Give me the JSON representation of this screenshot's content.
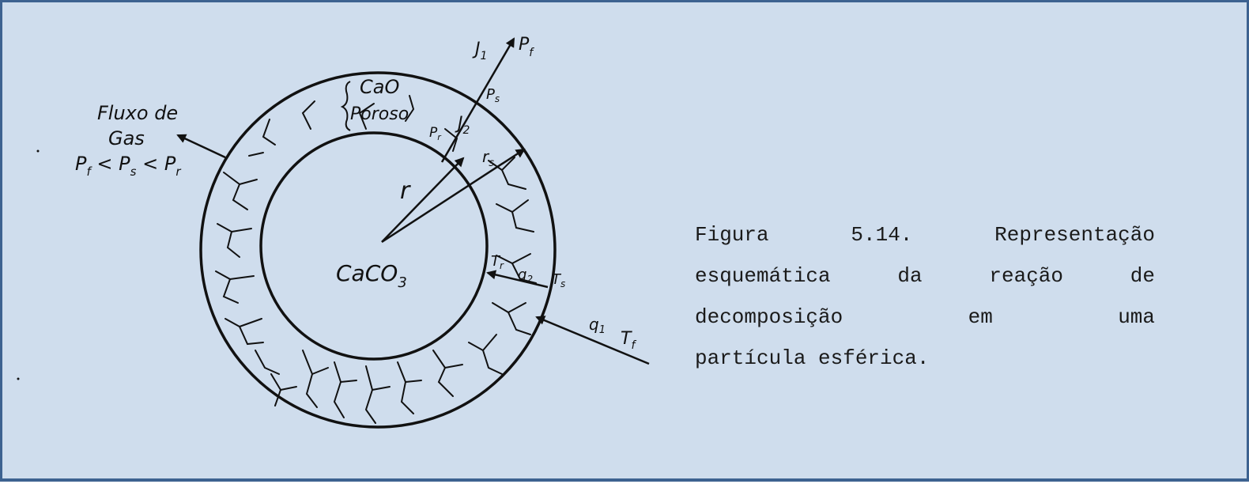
{
  "labels": {
    "outer_layer": "CaO",
    "outer_layer_2": "Poroso",
    "core": "CaCO",
    "core_sub": "3",
    "radius_r": "r",
    "radius_rs": "r",
    "radius_rs_sub": "s",
    "gas_flow_1": "Fluxo de",
    "gas_flow_2": "Gas",
    "pressure_order": "P",
    "J1": "J",
    "J1_sub": "1",
    "J2": "J",
    "J2_sub": "2",
    "Pf": "P",
    "Pf_sub": "f",
    "Ps": "P",
    "Ps_sub": "s",
    "Pr": "P",
    "Pr_sub": "r",
    "Tr": "T",
    "Tr_sub": "r",
    "q2": "q",
    "q2_sub": "2",
    "Ts": "T",
    "Ts_sub": "s",
    "q1": "q",
    "q1_sub": "1",
    "Tf": "T",
    "Tf_sub": "f",
    "ineq_1": "P",
    "ineq_1_sub": "f",
    "ineq_lt_1": "<",
    "ineq_2": "P",
    "ineq_2_sub": "s",
    "ineq_lt_2": "<",
    "ineq_3": "P",
    "ineq_3_sub": "r"
  },
  "caption": {
    "line1": "Figura 5.14. Representação",
    "line2": "esquemática da reação de",
    "line3": "decomposição em uma",
    "line4": "partícula esférica."
  }
}
